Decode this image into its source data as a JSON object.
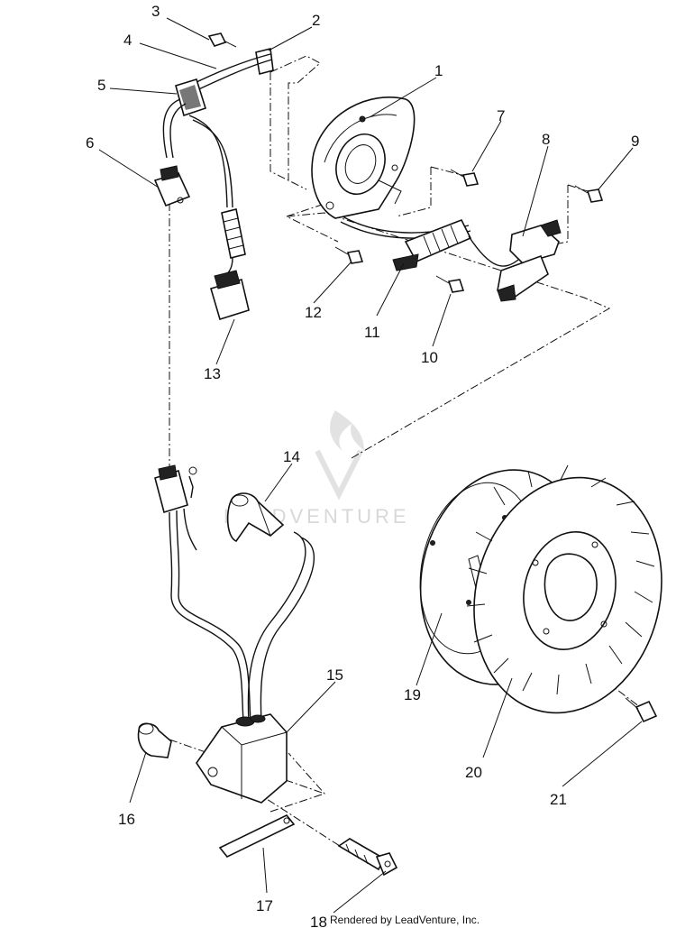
{
  "diagram": {
    "callouts": [
      "1",
      "2",
      "3",
      "4",
      "5",
      "6",
      "7",
      "8",
      "9",
      "10",
      "11",
      "12",
      "13",
      "14",
      "15",
      "16",
      "17",
      "18",
      "19",
      "20",
      "21"
    ],
    "watermark": "LEADVENTURE",
    "footer": "Rendered by LeadVenture, Inc."
  },
  "colors": {
    "ink": "#111111",
    "watermark": "#d8d8d8",
    "background": "#ffffff"
  }
}
